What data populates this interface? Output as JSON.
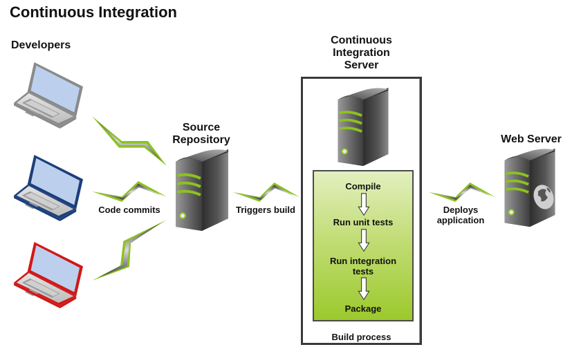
{
  "title": "Continuous Integration",
  "developers": {
    "label": "Developers",
    "laptops": [
      {
        "name": "laptop-silver",
        "color": "#8a8a8a"
      },
      {
        "name": "laptop-blue",
        "color": "#1c3f7a"
      },
      {
        "name": "laptop-red",
        "color": "#d01818"
      }
    ]
  },
  "source_repository": {
    "label_line1": "Source",
    "label_line2": "Repository"
  },
  "ci_server": {
    "label_line1": "Continuous",
    "label_line2": "Integration",
    "label_line3": "Server",
    "build_process_label": "Build process",
    "steps": [
      "Compile",
      "Run unit tests",
      "Run integration",
      "tests",
      "Package"
    ]
  },
  "web_server": {
    "label": "Web Server"
  },
  "connectors": {
    "code_commits": "Code commits",
    "triggers_build": "Triggers build",
    "deploys_line1": "Deploys",
    "deploys_line2": "application"
  },
  "colors": {
    "accent_green": "#9cc92c",
    "bolt_green": "#8dc21f",
    "frame": "#3a3a3a",
    "screen": "#bcd0ee"
  }
}
